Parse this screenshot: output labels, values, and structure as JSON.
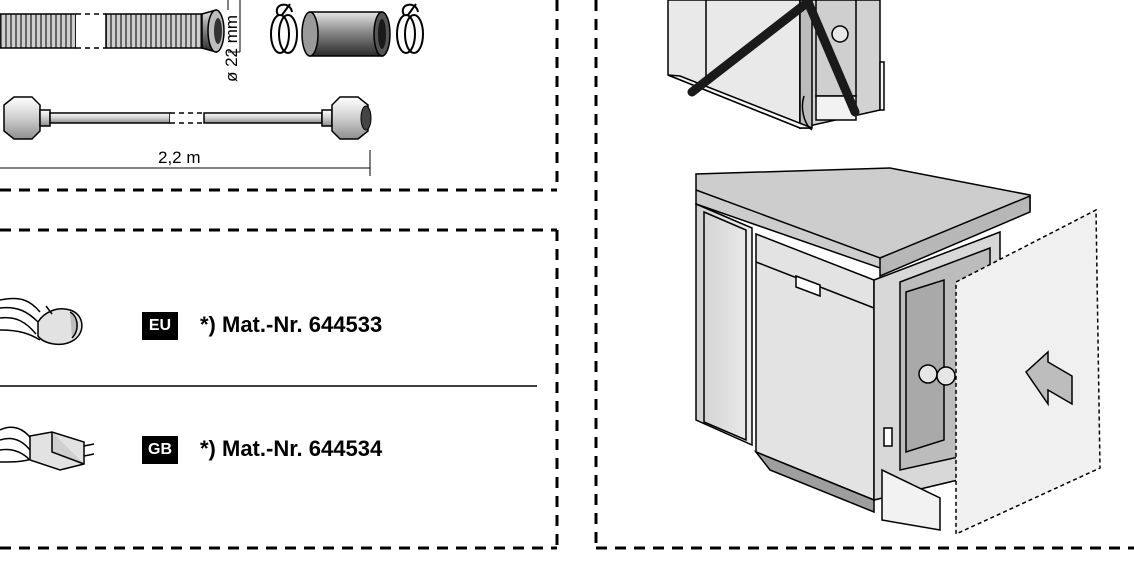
{
  "hose_set": {
    "diameter_label": "ø 22 mm",
    "length_label": "2,2 m"
  },
  "power_cords": [
    {
      "region_badge": "EU",
      "mat_number": "*) Mat.-Nr. 644533"
    },
    {
      "region_badge": "GB",
      "mat_number": "*) Mat.-Nr. 644534"
    }
  ],
  "colors": {
    "ink": "#000000",
    "panel_grey": "#d9d9d9",
    "counter_grey": "#cfcfcf"
  }
}
